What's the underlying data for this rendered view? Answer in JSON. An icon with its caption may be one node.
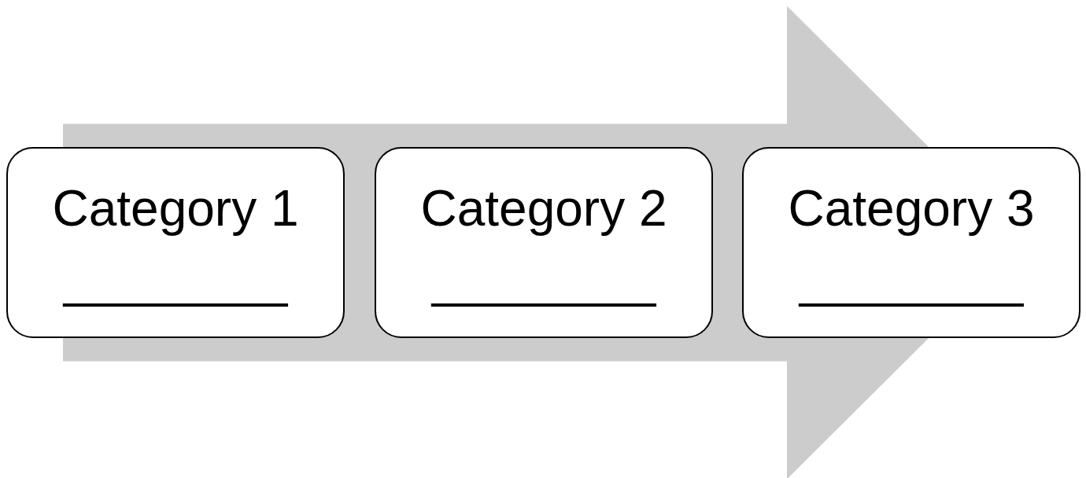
{
  "diagram": {
    "nodes": [
      {
        "text": [
          "Category 1",
          "________"
        ]
      },
      {
        "text": [
          "Category 2",
          "________"
        ]
      },
      {
        "text": [
          "Category 3",
          "________"
        ]
      }
    ],
    "edges": [
      {
        "from": 0,
        "to": 2,
        "arrow": "to"
      }
    ]
  }
}
